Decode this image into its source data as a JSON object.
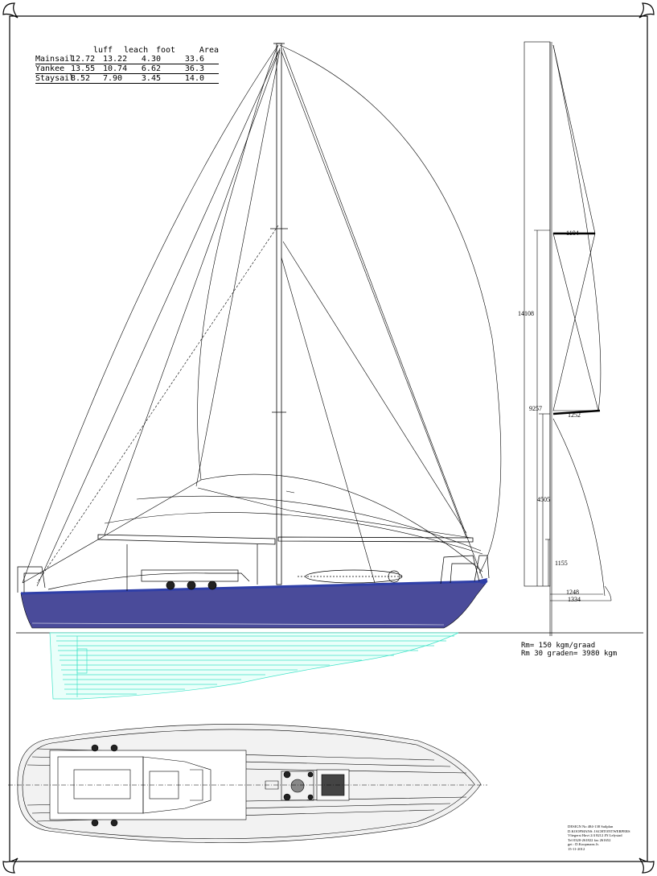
{
  "sail_table": {
    "headers": [
      "",
      "luff",
      "leach",
      "foot",
      "Area"
    ],
    "rows": [
      {
        "name": "Mainsail",
        "luff": "12.72",
        "leach": "13.22",
        "foot": "4.30",
        "area": "33.6"
      },
      {
        "name": "Yankee",
        "luff": "13.55",
        "leach": "10.74",
        "foot": "6.62",
        "area": "36.3"
      },
      {
        "name": "Staysail",
        "luff": "8.52",
        "leach": "7.90",
        "foot": "3.45",
        "area": "14.0"
      }
    ]
  },
  "rig_dimensions": {
    "mast_height": "14108",
    "i_height": "9257",
    "boom_height": "4505",
    "deck_height": "1155",
    "upper_spreader": "1104",
    "lower_spreader": "1252",
    "chainplate_base": "1248",
    "base_width": "1334"
  },
  "stability": {
    "line1": "Rm= 150 kgm/graad",
    "line2": "Rm 30 graden= 3980 kgm"
  },
  "title_block": {
    "line1": "DESIGN No 484-138 Sailplan",
    "line2": "D.KOOPMANS: JACHTONTWERPERS",
    "line3": "Vliegerst Havt 2/4 8212 JN Lelystad",
    "line4": "Tel 0320-261822 fax 261652",
    "line5": "get : D.Koopmans Jr.",
    "line6": "15-11-2012"
  },
  "colors": {
    "hull": "#4a4b9a",
    "hull_stripe": "#2f3fa8",
    "underwater": "#3fe3c8",
    "line": "#000000"
  }
}
